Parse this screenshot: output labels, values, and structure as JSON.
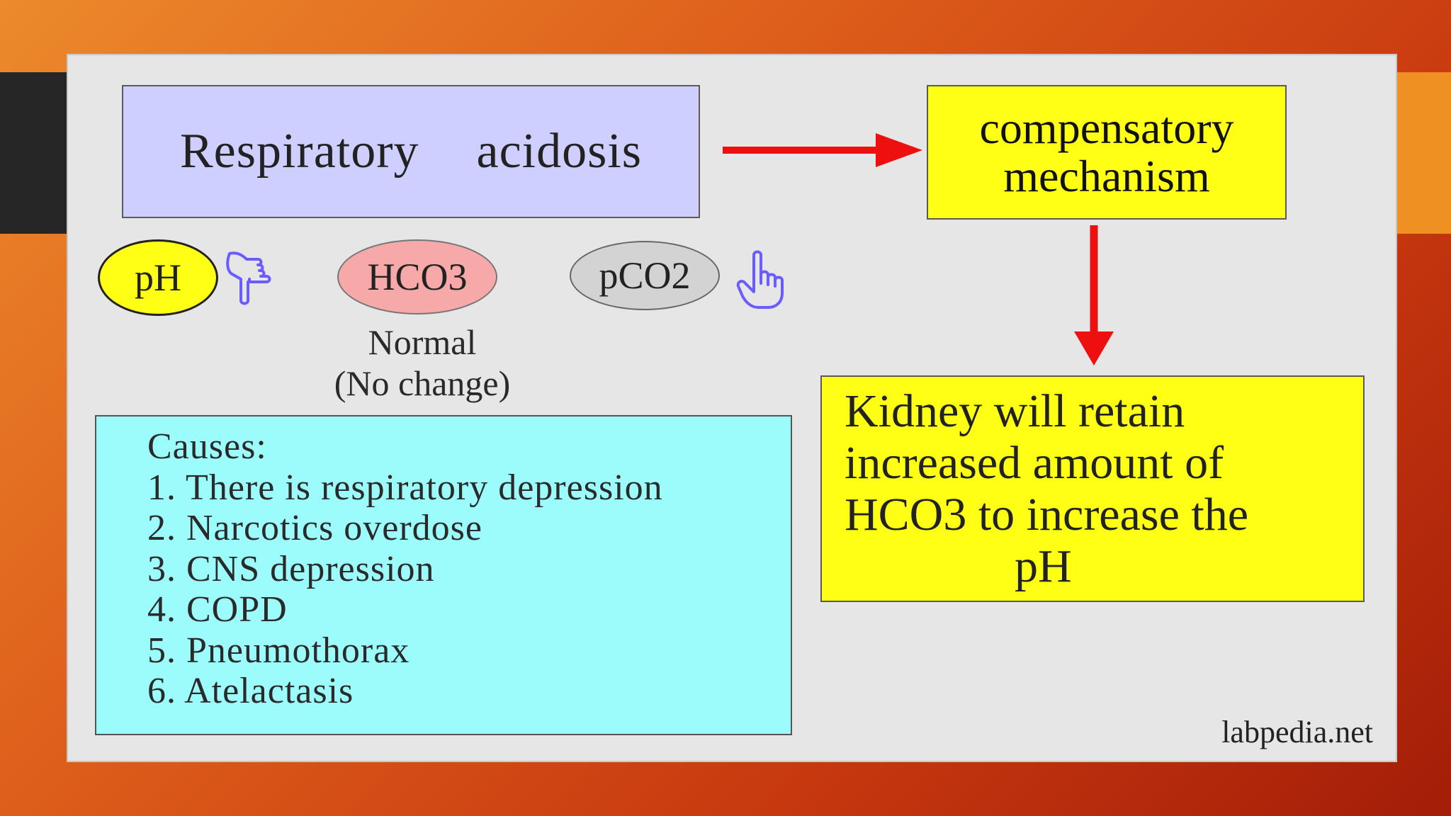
{
  "title_box": {
    "text": "Respiratory  acidosis"
  },
  "compensatory_box": {
    "line1": "compensatory",
    "line2": "mechanism"
  },
  "indicators": [
    {
      "label": "pH",
      "color": "#ffff16",
      "icon": "hand-pointing-down-icon"
    },
    {
      "label": "HCO3",
      "color": "#f7a8a8"
    },
    {
      "label": "pCO2",
      "color": "#d3d3d3",
      "icon": "hand-pointing-up-icon"
    }
  ],
  "hco3_note": {
    "line1": "Normal",
    "line2": "(No change)"
  },
  "causes": {
    "heading": "Causes:",
    "items": [
      "1. There is respiratory depression",
      "2. Narcotics overdose",
      "3. CNS depression",
      "4. COPD",
      "5. Pneumothorax",
      "6. Atelactasis"
    ]
  },
  "kidney_box": {
    "lines": [
      "Kidney will retain",
      "increased amount of",
      "HCO3 to increase the",
      "pH"
    ]
  },
  "credit": "labpedia.net",
  "colors": {
    "arrow": "#ee0f0f",
    "icon": "#6a5cff",
    "title_fill": "#cfcfff",
    "highlight_fill": "#ffff16",
    "causes_fill": "#9cfcfc"
  }
}
